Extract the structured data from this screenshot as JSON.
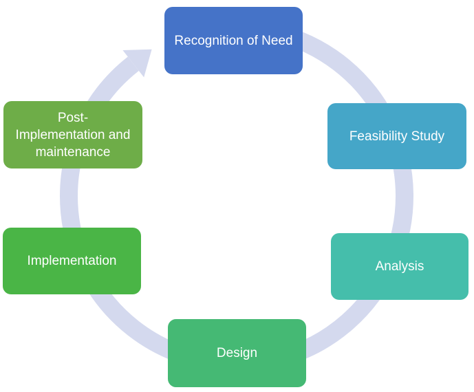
{
  "diagram": {
    "ring_color": "#D4D9EE",
    "stages": [
      {
        "label": "Recognition of Need",
        "color": "#4573C8"
      },
      {
        "label": "Feasibility Study",
        "color": "#45A6C8"
      },
      {
        "label": "Analysis",
        "color": "#45BEAB"
      },
      {
        "label": "Design",
        "color": "#45B974"
      },
      {
        "label": "Implementation",
        "color": "#4AB546"
      },
      {
        "label": "Post-Implementation and maintenance",
        "color": "#6EAD48"
      }
    ]
  }
}
